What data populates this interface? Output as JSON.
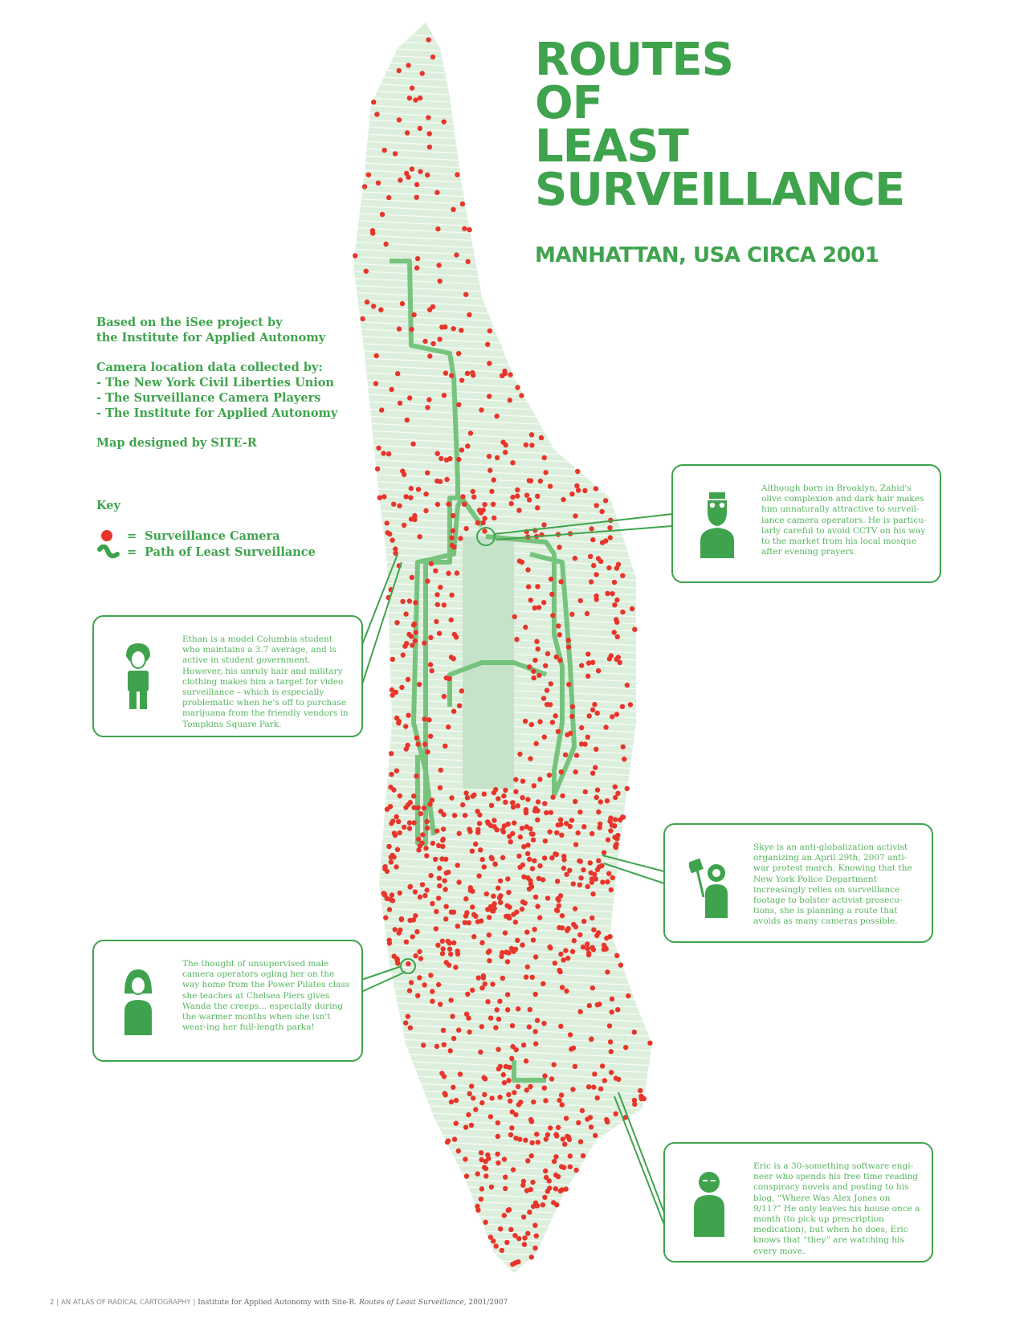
{
  "title": {
    "lines": [
      "ROUTES",
      "OF",
      "LEAST",
      "SURVEILLANCE"
    ],
    "subtitle": "MANHATTAN, USA CIRCA 2001"
  },
  "credits": {
    "based_on": [
      "Based on the iSee project by",
      "the Institute for Applied Autonomy"
    ],
    "collected_by": [
      "Camera location data collected by:",
      "- The New York Civil Liberties Union",
      "- The Surveillance Camera Players",
      "- The Institute for Applied Autonomy"
    ],
    "designer": "Map designed by SITE-R"
  },
  "key": {
    "heading": "Key",
    "items": [
      {
        "symbol": "=",
        "label": "Surveillance Camera"
      },
      {
        "symbol": "=",
        "label": "Path of Least Surveillance"
      }
    ]
  },
  "callouts": {
    "zahid": "Although born in Brooklyn, Zahid's olive complexion and dark hair makes him unnaturally attractive to surveil-lance camera operators. He is particu-larly careful to avoid CCTV on his way to the market from his local mosque after evening prayers.",
    "ethan": "Ethan is a model Columbia student who maintains a 3.7 average, and is active in student government. However, his unruly hair and military clothing makes him a target for video surveillance – which is especially problematic when he's off to purchase marijuana from the friendly vendors in Tompkins Square Park.",
    "skye": "Skye is an anti-globalization activist organizing an April 29th, 2007 anti-war protest march. Knowing that the New York Police Department increasingly relies on surveillance footage to bolster activist prosecu-tions, she is planning a route that avoids as many cameras possible.",
    "wanda": "The thought of unsupervised male camera operators ogling her on the way home from the Power Pilates class she teaches at Chelsea Piers gives Wanda the creeps... especially during the warmer months when she isn't wear-ing her full-length parka!",
    "eric": "Eric is a 30-something software engi-neer who spends his free time reading conspiracy novels and posting to his blog, “Where Was Alex Jones on 9/11?” He only leaves his house once a month (to pick up prescription medication), but when he does, Eric knows that “they” are watching his every move."
  },
  "footer": {
    "page": "2",
    "sep": "|",
    "book": "AN ATLAS OF RADICAL CARTOGRAPHY",
    "credit": "Institute for Applied Autonomy with Site-R.",
    "work": "Routes of Least Surveillance",
    "years": ", 2001/2007"
  },
  "colors": {
    "accent": "#3fa34d",
    "land": "#dcefdc",
    "park": "#c5e3c8",
    "camera": "#e8352b",
    "path": "#6cbf73"
  }
}
